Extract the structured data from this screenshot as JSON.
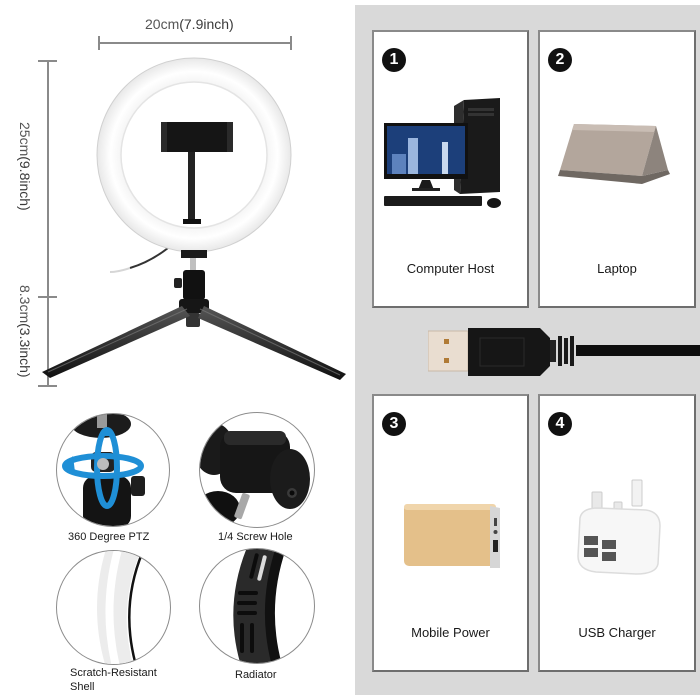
{
  "dimensions": {
    "width": {
      "metric": "20cm",
      "imperial": "(7.9inch)"
    },
    "ring_height": {
      "metric": "25cm",
      "imperial": "(9.8inch)"
    },
    "tripod_height": {
      "metric": "8.3cm",
      "imperial": "(3.3inch)"
    }
  },
  "product": {
    "name": "ring-light-with-tripod",
    "parts": [
      "ring-light",
      "phone-holder",
      "gooseneck",
      "ball-head",
      "tripod"
    ]
  },
  "details": [
    {
      "label": "360 Degree PTZ",
      "icon": "rotation-arrows"
    },
    {
      "label": "1/4 Screw Hole",
      "icon": "screw-hole"
    },
    {
      "label_line1": "Scratch-Resistant",
      "label_line2": "Shell",
      "icon": "white-shell"
    },
    {
      "label": "Radiator",
      "icon": "radiator-vents"
    }
  ],
  "power_sources": [
    {
      "number": "1",
      "label": "Computer Host"
    },
    {
      "number": "2",
      "label": "Laptop"
    },
    {
      "number": "3",
      "label": "Mobile Power"
    },
    {
      "number": "4",
      "label": "USB Charger"
    }
  ],
  "connector": {
    "type": "USB-A cable"
  },
  "colors": {
    "panel_bg": "#d9d9d9",
    "card_border": "#6e6e6e",
    "rotation_arrow": "#1f8fd6",
    "power_bank": "#e4c08a",
    "laptop": "#b3a69c"
  }
}
